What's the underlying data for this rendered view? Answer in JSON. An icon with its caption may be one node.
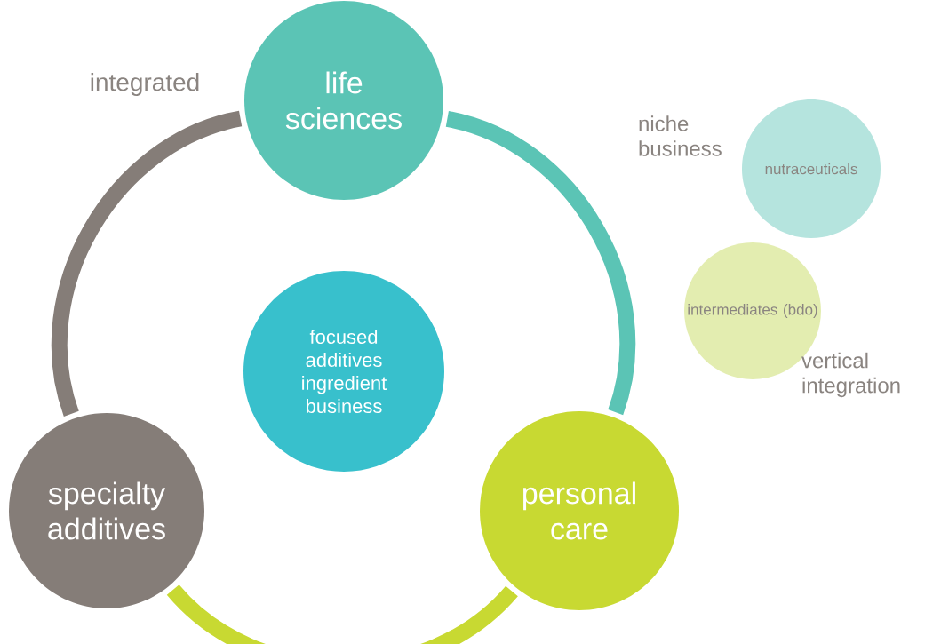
{
  "diagram": {
    "nodes": [
      {
        "text": [
          "life sciences"
        ]
      },
      {
        "text": [
          "focused additives ingredient business"
        ]
      },
      {
        "text": [
          "specialty additives"
        ]
      },
      {
        "text": [
          "personal care"
        ]
      },
      {
        "text": [
          "nutraceuticals"
        ],
        "beside": [
          "niche business"
        ]
      },
      {
        "text": [
          "intermediates (bdo)"
        ],
        "beside": [
          "vertical integration"
        ]
      }
    ],
    "edges": [
      {
        "from": 2,
        "to": 0,
        "arrow": "none",
        "color": "#857d78"
      },
      {
        "from": 0,
        "to": 3,
        "arrow": "none",
        "color": "#5bc4b5"
      },
      {
        "from": 3,
        "to": 2,
        "arrow": "none",
        "color": "#c8d932"
      }
    ],
    "labels": [
      "integrated"
    ]
  }
}
